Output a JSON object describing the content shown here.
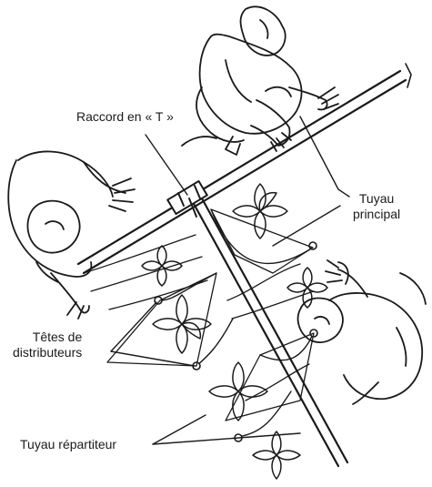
{
  "labels": {
    "tee_fitting": "Raccord en « T »",
    "main_pipe_line1": "Tuyau",
    "main_pipe_line2": "principal",
    "emitter_heads_line1": "Têtes de",
    "emitter_heads_line2": "distributeurs",
    "distribution_pipe": "Tuyau répartiteur"
  },
  "colors": {
    "ink": "#1a1a1a",
    "background": "#ffffff"
  }
}
